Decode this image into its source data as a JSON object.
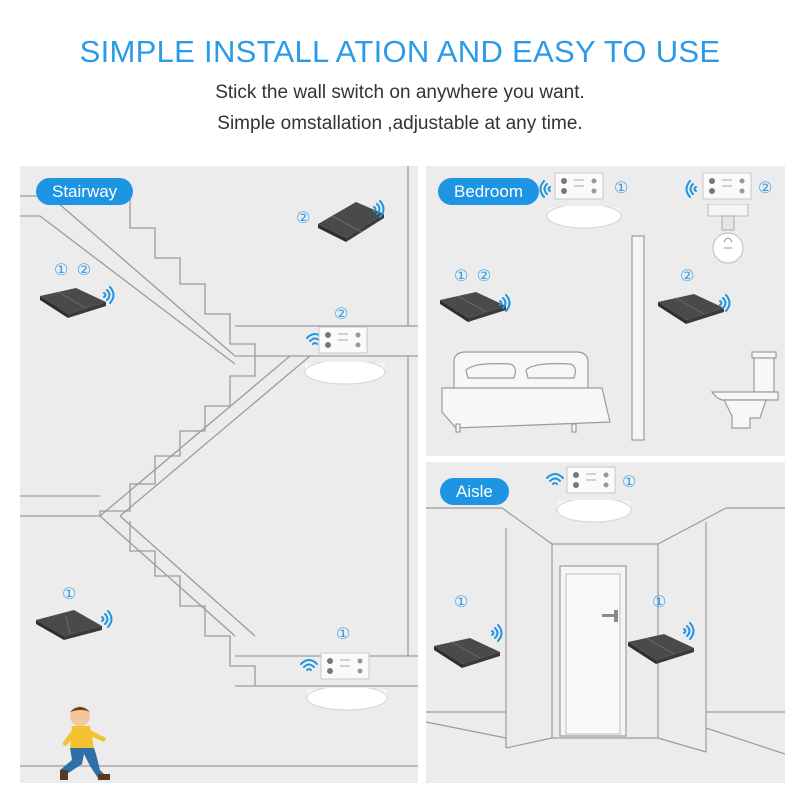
{
  "header": {
    "title": "SIMPLE INSTALL ATION AND EASY TO USE",
    "line1": "Stick the wall switch on anywhere you want.",
    "line2": "Simple omstallation ,adjustable at any time."
  },
  "panels": {
    "stairway": {
      "label": "Stairway",
      "tags": {
        "top_switch": "②",
        "left_switch": "① ②",
        "relay_top": "②",
        "bottom_switch": "①",
        "relay_bottom": "①"
      }
    },
    "bedroom": {
      "label": "Bedroom",
      "tags": {
        "relay_left": "①",
        "relay_right": "②",
        "switch_left": "① ②",
        "switch_right": "②"
      }
    },
    "aisle": {
      "label": "Aisle",
      "tags": {
        "relay": "①",
        "switch_left": "①",
        "switch_right": "①"
      }
    }
  },
  "colors": {
    "accent": "#2a9be6",
    "tag_bg": "#1d95e3",
    "panel_bg": "#ececed",
    "switch": "#4a4a4c"
  },
  "icons": [
    "wall-switch-icon",
    "wifi-signal-icon",
    "relay-module-icon",
    "ceiling-lamp-icon",
    "bulb-icon",
    "bed-icon",
    "toilet-icon",
    "door-icon",
    "child-icon"
  ]
}
